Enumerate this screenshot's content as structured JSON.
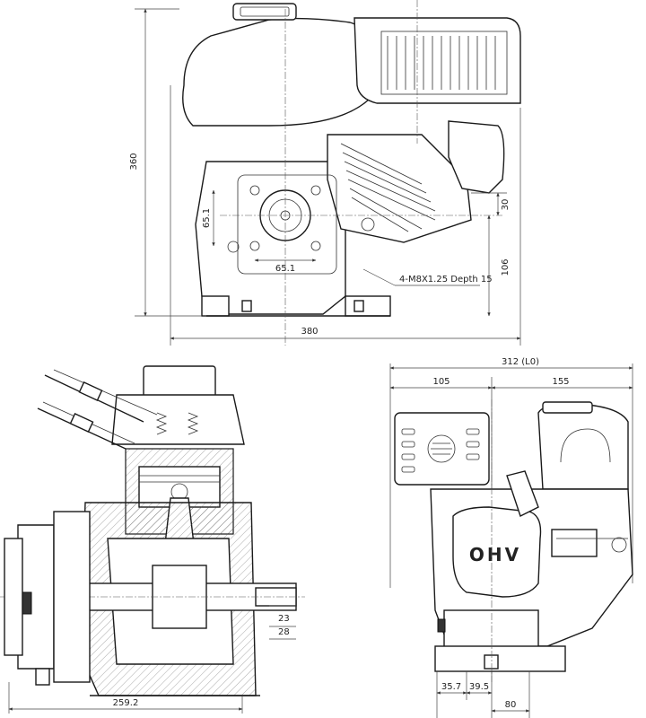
{
  "dimensions": {
    "front_height": "360",
    "front_width": "380",
    "flange_v": "65.1",
    "flange_h": "65.1",
    "offset_30": "30",
    "shaft_height": "106",
    "bolt_note": "4-M8X1.25 Depth 15",
    "section_width": "259.2",
    "key_23": "23",
    "shaft_28": "28",
    "side_total": "312",
    "side_total_suffix": "(L0)",
    "side_left": "105",
    "side_right": "155",
    "base_a": "35.7",
    "base_b": "39.5",
    "base_c": "80"
  },
  "labels": {
    "valve_cover_text": "OHV"
  },
  "colors": {
    "line": "#1a1a1a",
    "paper": "#ffffff"
  }
}
